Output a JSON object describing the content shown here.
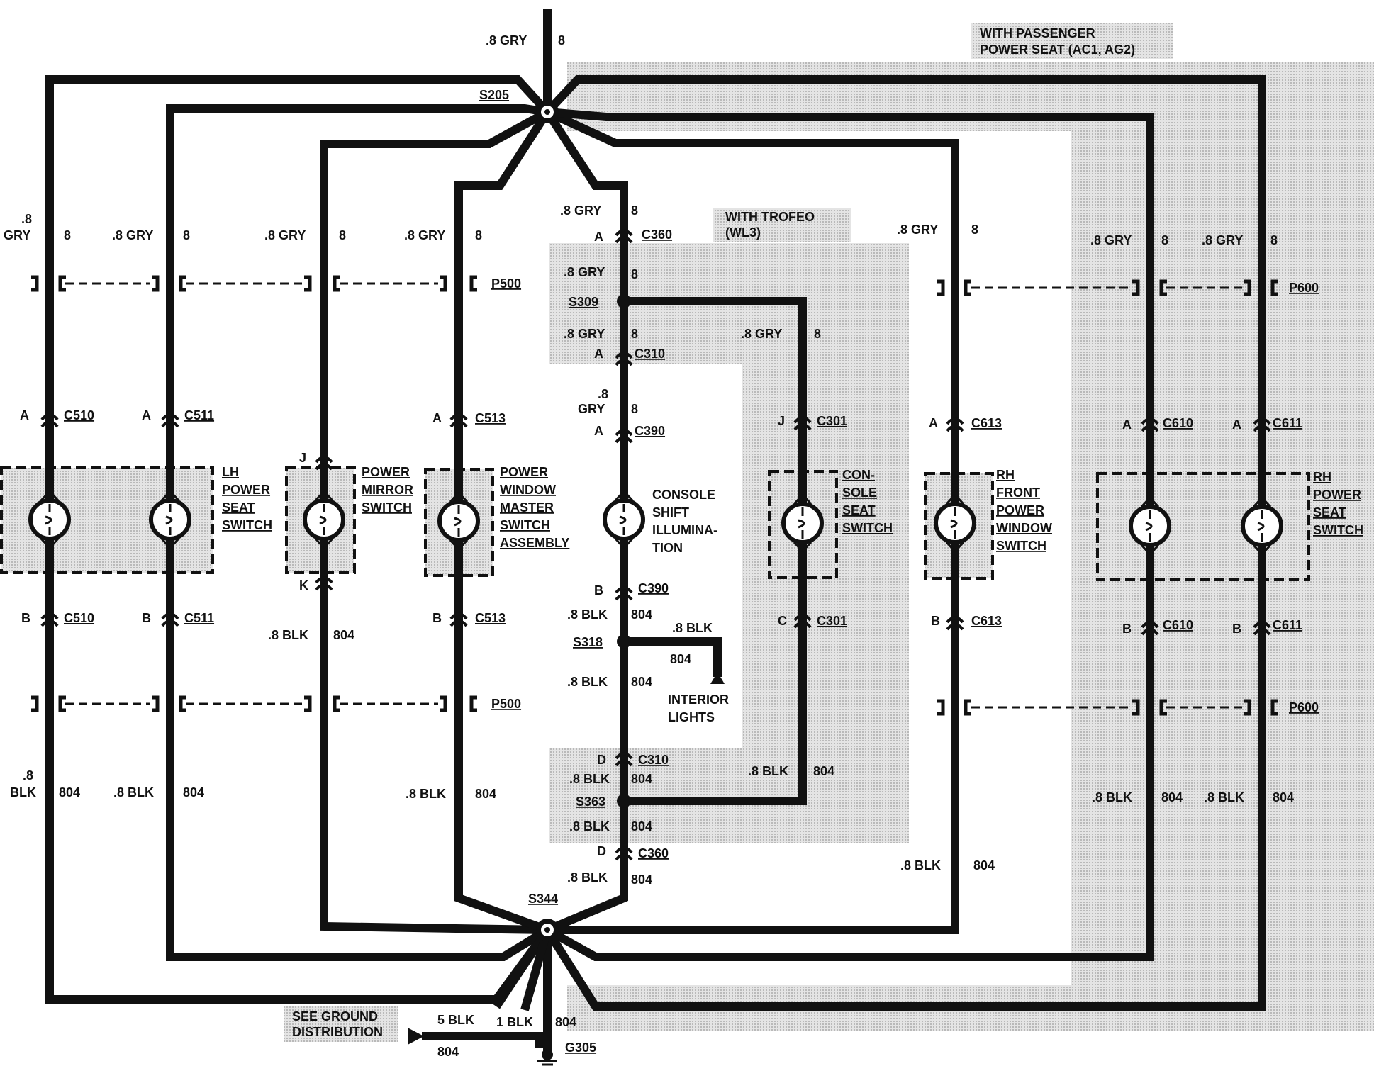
{
  "top_wire": {
    "size": ".8 GRY",
    "circuit": "8"
  },
  "notes": {
    "passenger": [
      "WITH PASSENGER",
      "POWER SEAT (AC1, AG2)"
    ],
    "trofeo": [
      "WITH TROFEO",
      "(WL3)"
    ],
    "ground_dist": [
      "SEE GROUND",
      "DISTRIBUTION"
    ]
  },
  "splices": {
    "s205": "S205",
    "s344": "S344",
    "s309": "S309",
    "s318": "S318",
    "s363": "S363"
  },
  "ground": {
    "name": "G305",
    "wire1": "5 BLK",
    "wire2": "1 BLK",
    "circ1": "804",
    "circ2": "804"
  },
  "connectors": {
    "p500": "P500",
    "p600": "P600",
    "c360": "C360",
    "c310": "C310",
    "c390": "C390",
    "c510": "C510",
    "c511": "C511",
    "c513": "C513",
    "c301": "C301",
    "c613": "C613",
    "c610": "C610",
    "c611": "C611"
  },
  "components": {
    "lh_seat": [
      "LH",
      "POWER",
      "SEAT",
      "SWITCH"
    ],
    "mirror": [
      "POWER",
      "MIRROR",
      "SWITCH"
    ],
    "window_master": [
      "POWER",
      "WINDOW",
      "MASTER",
      "SWITCH",
      "ASSEMBLY"
    ],
    "console_illum": [
      "CONSOLE",
      "SHIFT",
      "ILLUMINA-",
      "TION"
    ],
    "console_seat": [
      "CON-",
      "SOLE",
      "SEAT",
      "SWITCH"
    ],
    "rh_window": [
      "RH",
      "FRONT",
      "POWER",
      "WINDOW",
      "SWITCH"
    ],
    "rh_seat": [
      "RH",
      "POWER",
      "SEAT",
      "SWITCH"
    ],
    "interior": [
      "INTERIOR",
      "LIGHTS"
    ]
  },
  "pins": {
    "a": "A",
    "b": "B",
    "c": "C",
    "d": "D",
    "j": "J",
    "k": "K"
  },
  "wire_labels": {
    "gry": ".8 GRY",
    "gry_split": [
      ".8",
      "GRY"
    ],
    "gry_circ": "8",
    "blk": ".8 BLK",
    "blk_split": [
      ".8",
      "BLK"
    ],
    "blk_circ": "804"
  }
}
